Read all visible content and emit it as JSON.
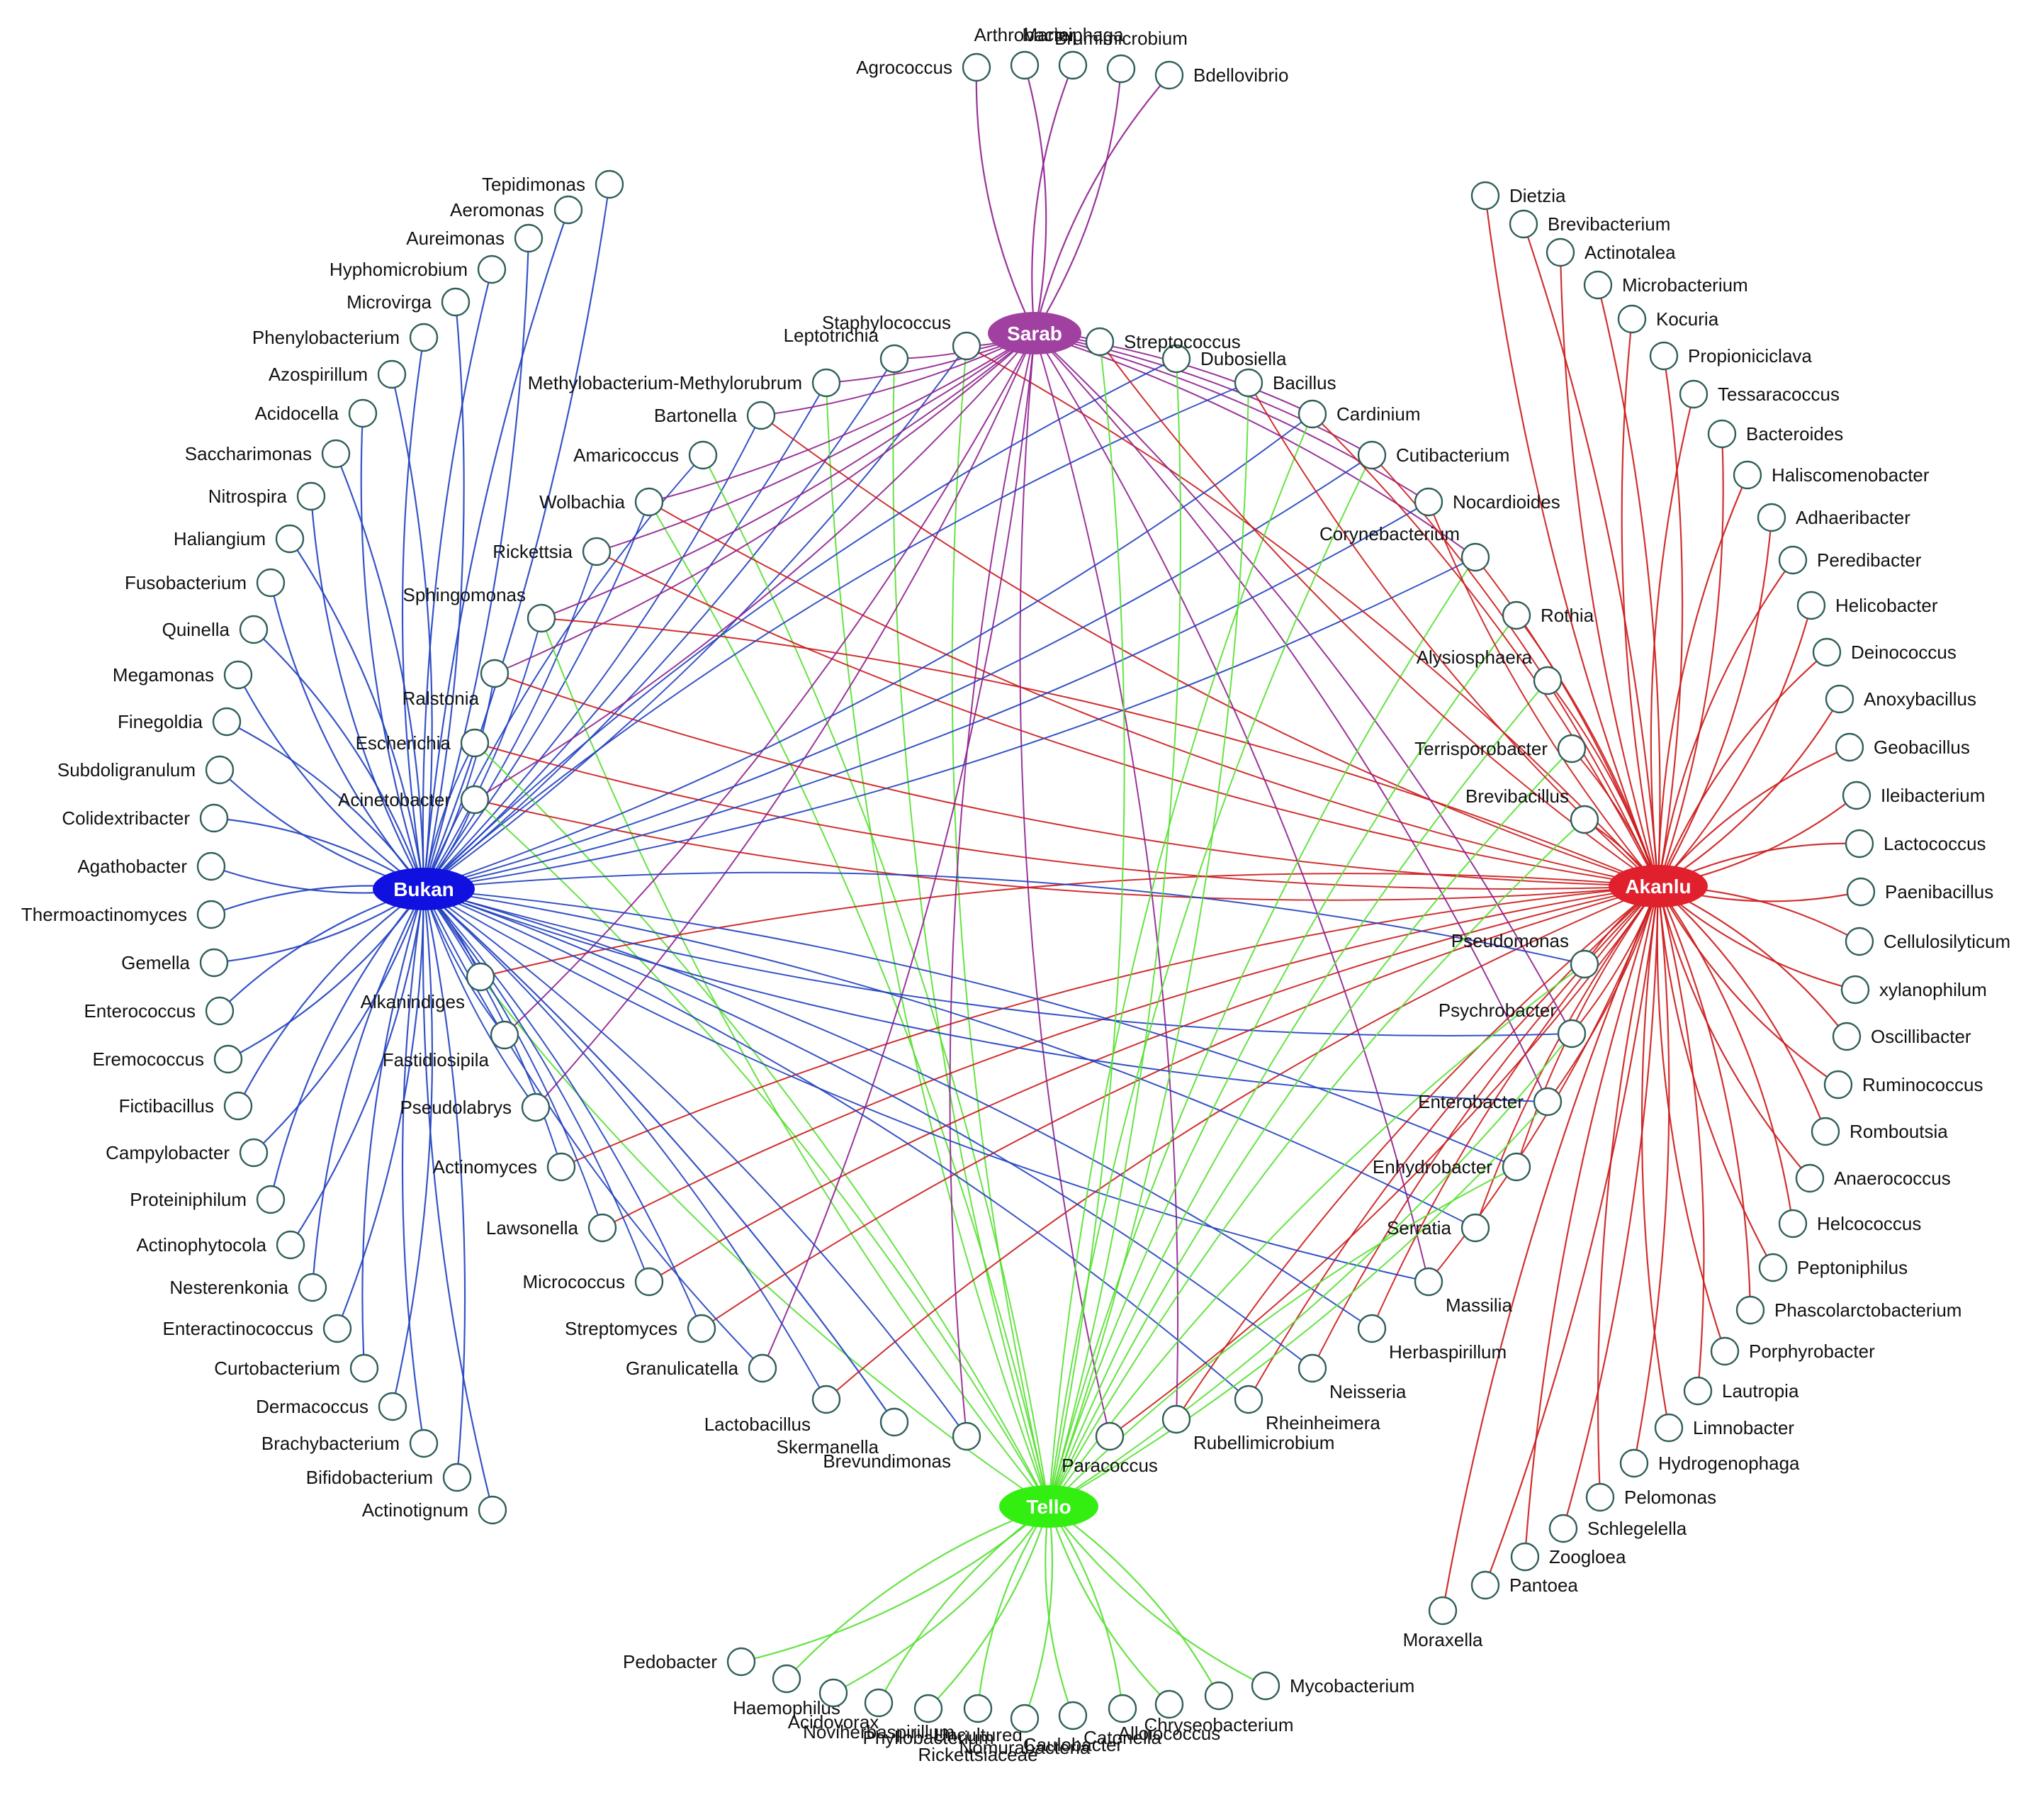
{
  "colors": {
    "Sarab": "#a040a0",
    "Bukan": "#1010e0",
    "Akanlu": "#e0202c",
    "Tello": "#33ee11",
    "edge_Sarab": "#8e1f8e",
    "edge_Bukan": "#2040c0",
    "edge_Akanlu": "#cc1a1a",
    "edge_Tello": "#55e030"
  },
  "hubs": [
    {
      "id": "Sarab",
      "label": "Sarab"
    },
    {
      "id": "Bukan",
      "label": "Bukan"
    },
    {
      "id": "Akanlu",
      "label": "Akanlu"
    },
    {
      "id": "Tello",
      "label": "Tello"
    }
  ],
  "genera": [
    {
      "name": "Agrococcus",
      "hubs": [
        "Sarab"
      ]
    },
    {
      "name": "Arthrobacter",
      "hubs": [
        "Sarab"
      ]
    },
    {
      "name": "Mariniphaga",
      "hubs": [
        "Sarab"
      ]
    },
    {
      "name": "Brumimicrobium",
      "hubs": [
        "Sarab"
      ]
    },
    {
      "name": "Bdellovibrio",
      "hubs": [
        "Sarab"
      ]
    },
    {
      "name": "Tepidimonas",
      "hubs": [
        "Bukan"
      ]
    },
    {
      "name": "Aeromonas",
      "hubs": [
        "Bukan"
      ]
    },
    {
      "name": "Aureimonas",
      "hubs": [
        "Bukan"
      ]
    },
    {
      "name": "Hyphomicrobium",
      "hubs": [
        "Bukan"
      ]
    },
    {
      "name": "Microvirga",
      "hubs": [
        "Bukan"
      ]
    },
    {
      "name": "Phenylobacterium",
      "hubs": [
        "Bukan"
      ]
    },
    {
      "name": "Azospirillum",
      "hubs": [
        "Bukan"
      ]
    },
    {
      "name": "Acidocella",
      "hubs": [
        "Bukan"
      ]
    },
    {
      "name": "Saccharimonas",
      "hubs": [
        "Bukan"
      ]
    },
    {
      "name": "Nitrospira",
      "hubs": [
        "Bukan"
      ]
    },
    {
      "name": "Haliangium",
      "hubs": [
        "Bukan"
      ]
    },
    {
      "name": "Fusobacterium",
      "hubs": [
        "Bukan"
      ]
    },
    {
      "name": "Quinella",
      "hubs": [
        "Bukan"
      ]
    },
    {
      "name": "Megamonas",
      "hubs": [
        "Bukan"
      ]
    },
    {
      "name": "Finegoldia",
      "hubs": [
        "Bukan"
      ]
    },
    {
      "name": "Subdoligranulum",
      "hubs": [
        "Bukan"
      ]
    },
    {
      "name": "Colidextribacter",
      "hubs": [
        "Bukan"
      ]
    },
    {
      "name": "Agathobacter",
      "hubs": [
        "Bukan"
      ]
    },
    {
      "name": "Thermoactinomyces",
      "hubs": [
        "Bukan"
      ]
    },
    {
      "name": "Gemella",
      "hubs": [
        "Bukan"
      ]
    },
    {
      "name": "Enterococcus",
      "hubs": [
        "Bukan"
      ]
    },
    {
      "name": "Eremococcus",
      "hubs": [
        "Bukan"
      ]
    },
    {
      "name": "Fictibacillus",
      "hubs": [
        "Bukan"
      ]
    },
    {
      "name": "Campylobacter",
      "hubs": [
        "Bukan"
      ]
    },
    {
      "name": "Proteiniphilum",
      "hubs": [
        "Bukan"
      ]
    },
    {
      "name": "Actinophytocola",
      "hubs": [
        "Bukan"
      ]
    },
    {
      "name": "Nesterenkonia",
      "hubs": [
        "Bukan"
      ]
    },
    {
      "name": "Enteractinococcus",
      "hubs": [
        "Bukan"
      ]
    },
    {
      "name": "Curtobacterium",
      "hubs": [
        "Bukan"
      ]
    },
    {
      "name": "Dermacoccus",
      "hubs": [
        "Bukan"
      ]
    },
    {
      "name": "Brachybacterium",
      "hubs": [
        "Bukan"
      ]
    },
    {
      "name": "Bifidobacterium",
      "hubs": [
        "Bukan"
      ]
    },
    {
      "name": "Actinotignum",
      "hubs": [
        "Bukan"
      ]
    },
    {
      "name": "Dietzia",
      "hubs": [
        "Akanlu"
      ]
    },
    {
      "name": "Brevibacterium",
      "hubs": [
        "Akanlu"
      ]
    },
    {
      "name": "Actinotalea",
      "hubs": [
        "Akanlu"
      ]
    },
    {
      "name": "Microbacterium",
      "hubs": [
        "Akanlu"
      ]
    },
    {
      "name": "Kocuria",
      "hubs": [
        "Akanlu"
      ]
    },
    {
      "name": "Propioniciclava",
      "hubs": [
        "Akanlu"
      ]
    },
    {
      "name": "Tessaracoccus",
      "hubs": [
        "Akanlu"
      ]
    },
    {
      "name": "Bacteroides",
      "hubs": [
        "Akanlu"
      ]
    },
    {
      "name": "Haliscomenobacter",
      "hubs": [
        "Akanlu"
      ]
    },
    {
      "name": "Adhaeribacter",
      "hubs": [
        "Akanlu"
      ]
    },
    {
      "name": "Peredibacter",
      "hubs": [
        "Akanlu"
      ]
    },
    {
      "name": "Helicobacter",
      "hubs": [
        "Akanlu"
      ]
    },
    {
      "name": "Deinococcus",
      "hubs": [
        "Akanlu"
      ]
    },
    {
      "name": "Anoxybacillus",
      "hubs": [
        "Akanlu"
      ]
    },
    {
      "name": "Geobacillus",
      "hubs": [
        "Akanlu"
      ]
    },
    {
      "name": "Ileibacterium",
      "hubs": [
        "Akanlu"
      ]
    },
    {
      "name": "Lactococcus",
      "hubs": [
        "Akanlu"
      ]
    },
    {
      "name": "Paenibacillus",
      "hubs": [
        "Akanlu"
      ]
    },
    {
      "name": "Cellulosilyticum",
      "hubs": [
        "Akanlu"
      ]
    },
    {
      "name": "xylanophilum",
      "hubs": [
        "Akanlu"
      ]
    },
    {
      "name": "Oscillibacter",
      "hubs": [
        "Akanlu"
      ]
    },
    {
      "name": "Ruminococcus",
      "hubs": [
        "Akanlu"
      ]
    },
    {
      "name": "Romboutsia",
      "hubs": [
        "Akanlu"
      ]
    },
    {
      "name": "Anaerococcus",
      "hubs": [
        "Akanlu"
      ]
    },
    {
      "name": "Helcococcus",
      "hubs": [
        "Akanlu"
      ]
    },
    {
      "name": "Peptoniphilus",
      "hubs": [
        "Akanlu"
      ]
    },
    {
      "name": "Phascolarctobacterium",
      "hubs": [
        "Akanlu"
      ]
    },
    {
      "name": "Porphyrobacter",
      "hubs": [
        "Akanlu"
      ]
    },
    {
      "name": "Lautropia",
      "hubs": [
        "Akanlu"
      ]
    },
    {
      "name": "Limnobacter",
      "hubs": [
        "Akanlu"
      ]
    },
    {
      "name": "Hydrogenophaga",
      "hubs": [
        "Akanlu"
      ]
    },
    {
      "name": "Pelomonas",
      "hubs": [
        "Akanlu"
      ]
    },
    {
      "name": "Schlegelella",
      "hubs": [
        "Akanlu"
      ]
    },
    {
      "name": "Zoogloea",
      "hubs": [
        "Akanlu"
      ]
    },
    {
      "name": "Pantoea",
      "hubs": [
        "Akanlu"
      ]
    },
    {
      "name": "Moraxella",
      "hubs": [
        "Akanlu"
      ]
    },
    {
      "name": "Pedobacter",
      "hubs": [
        "Tello"
      ]
    },
    {
      "name": "Haemophilus",
      "hubs": [
        "Tello"
      ]
    },
    {
      "name": "Acidovorax",
      "hubs": [
        "Tello"
      ]
    },
    {
      "name": "Noviherbaspirillum",
      "hubs": [
        "Tello"
      ]
    },
    {
      "name": "Phyllobacterium",
      "hubs": [
        "Tello"
      ]
    },
    {
      "name": "Uncultured Rickettsiaceae",
      "hubs": [
        "Tello"
      ]
    },
    {
      "name": "Nomurabacteria",
      "hubs": [
        "Tello"
      ]
    },
    {
      "name": "Caulobacter",
      "hubs": [
        "Tello"
      ]
    },
    {
      "name": "Catonella",
      "hubs": [
        "Tello"
      ]
    },
    {
      "name": "Alloiococcus",
      "hubs": [
        "Tello"
      ]
    },
    {
      "name": "Chryseobacterium",
      "hubs": [
        "Tello"
      ]
    },
    {
      "name": "Mycobacterium",
      "hubs": [
        "Tello"
      ]
    },
    {
      "name": "Staphylococcus",
      "hubs": [
        "Sarab",
        "Bukan",
        "Tello",
        "Akanlu"
      ]
    },
    {
      "name": "Leptotrichia",
      "hubs": [
        "Sarab",
        "Bukan",
        "Tello"
      ]
    },
    {
      "name": "Methylobacterium-Methylorubrum",
      "hubs": [
        "Sarab",
        "Bukan",
        "Tello"
      ]
    },
    {
      "name": "Bartonella",
      "hubs": [
        "Sarab",
        "Bukan",
        "Akanlu"
      ]
    },
    {
      "name": "Amaricoccus",
      "hubs": [
        "Bukan",
        "Tello"
      ]
    },
    {
      "name": "Wolbachia",
      "hubs": [
        "Sarab",
        "Bukan",
        "Akanlu",
        "Tello"
      ]
    },
    {
      "name": "Rickettsia",
      "hubs": [
        "Sarab",
        "Bukan",
        "Akanlu"
      ]
    },
    {
      "name": "Sphingomonas",
      "hubs": [
        "Sarab",
        "Bukan",
        "Tello",
        "Akanlu"
      ]
    },
    {
      "name": "Ralstonia",
      "hubs": [
        "Sarab",
        "Bukan",
        "Akanlu"
      ]
    },
    {
      "name": "Escherichia",
      "hubs": [
        "Bukan",
        "Tello",
        "Akanlu"
      ]
    },
    {
      "name": "Acinetobacter",
      "hubs": [
        "Sarab",
        "Bukan",
        "Akanlu",
        "Tello"
      ]
    },
    {
      "name": "Alkanindiges",
      "hubs": [
        "Bukan",
        "Akanlu",
        "Tello"
      ]
    },
    {
      "name": "Fastidiosipila",
      "hubs": [
        "Sarab",
        "Bukan"
      ]
    },
    {
      "name": "Pseudolabrys",
      "hubs": [
        "Sarab",
        "Bukan"
      ]
    },
    {
      "name": "Actinomyces",
      "hubs": [
        "Bukan",
        "Akanlu"
      ]
    },
    {
      "name": "Lawsonella",
      "hubs": [
        "Bukan",
        "Akanlu"
      ]
    },
    {
      "name": "Micrococcus",
      "hubs": [
        "Bukan",
        "Akanlu"
      ]
    },
    {
      "name": "Streptomyces",
      "hubs": [
        "Bukan",
        "Akanlu"
      ]
    },
    {
      "name": "Granulicatella",
      "hubs": [
        "Sarab",
        "Bukan"
      ]
    },
    {
      "name": "Lactobacillus",
      "hubs": [
        "Bukan",
        "Akanlu"
      ]
    },
    {
      "name": "Skermanella",
      "hubs": [
        "Bukan"
      ]
    },
    {
      "name": "Brevundimonas",
      "hubs": [
        "Bukan",
        "Sarab"
      ]
    },
    {
      "name": "Paracoccus",
      "hubs": [
        "Akanlu",
        "Sarab"
      ]
    },
    {
      "name": "Rubellimicrobium",
      "hubs": [
        "Sarab",
        "Akanlu"
      ]
    },
    {
      "name": "Rheinheimera",
      "hubs": [
        "Bukan",
        "Akanlu"
      ]
    },
    {
      "name": "Neisseria",
      "hubs": [
        "Bukan",
        "Akanlu"
      ]
    },
    {
      "name": "Herbaspirillum",
      "hubs": [
        "Bukan",
        "Akanlu"
      ]
    },
    {
      "name": "Massilia",
      "hubs": [
        "Sarab",
        "Bukan",
        "Akanlu"
      ]
    },
    {
      "name": "Serratia",
      "hubs": [
        "Bukan",
        "Akanlu"
      ]
    },
    {
      "name": "Enhydrobacter",
      "hubs": [
        "Bukan",
        "Akanlu",
        "Tello"
      ]
    },
    {
      "name": "Enterobacter",
      "hubs": [
        "Sarab",
        "Bukan",
        "Akanlu",
        "Tello"
      ]
    },
    {
      "name": "Psychrobacter",
      "hubs": [
        "Sarab",
        "Bukan",
        "Akanlu",
        "Tello"
      ]
    },
    {
      "name": "Pseudomonas",
      "hubs": [
        "Bukan",
        "Akanlu",
        "Tello"
      ]
    },
    {
      "name": "Brevibacillus",
      "hubs": [
        "Tello",
        "Akanlu"
      ]
    },
    {
      "name": "Terrisporobacter",
      "hubs": [
        "Tello",
        "Akanlu"
      ]
    },
    {
      "name": "Alysiosphaera",
      "hubs": [
        "Tello",
        "Akanlu"
      ]
    },
    {
      "name": "Rothia",
      "hubs": [
        "Tello",
        "Akanlu"
      ]
    },
    {
      "name": "Corynebacterium",
      "hubs": [
        "Sarab",
        "Bukan",
        "Tello",
        "Akanlu"
      ]
    },
    {
      "name": "Nocardioides",
      "hubs": [
        "Sarab",
        "Bukan",
        "Akanlu"
      ]
    },
    {
      "name": "Cutibacterium",
      "hubs": [
        "Sarab",
        "Bukan",
        "Tello",
        "Akanlu"
      ]
    },
    {
      "name": "Cardinium",
      "hubs": [
        "Sarab",
        "Bukan",
        "Tello",
        "Akanlu"
      ]
    },
    {
      "name": "Bacillus",
      "hubs": [
        "Bukan",
        "Tello",
        "Akanlu"
      ]
    },
    {
      "name": "Dubosiella",
      "hubs": [
        "Bukan",
        "Tello"
      ]
    },
    {
      "name": "Streptococcus",
      "hubs": [
        "Sarab",
        "Tello",
        "Akanlu"
      ]
    }
  ]
}
